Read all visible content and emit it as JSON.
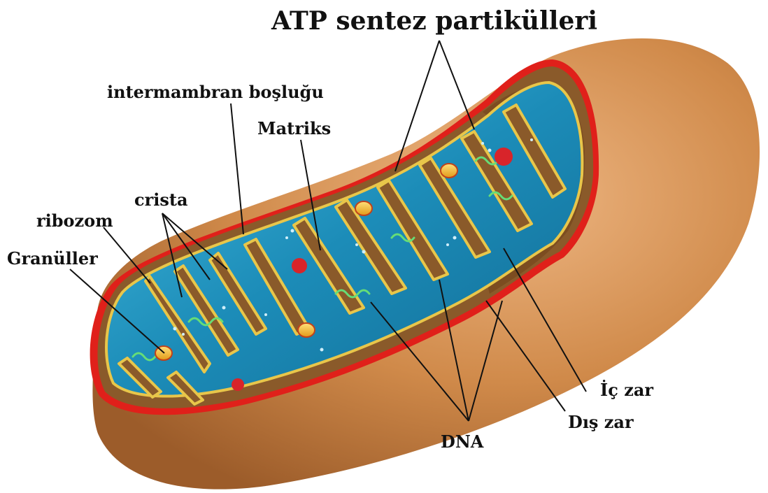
{
  "labels": {
    "atp": "ATP sentez partikülleri",
    "intermembrane": "intermambran boşluğu",
    "matrix": "Matriks",
    "crista": "crista",
    "ribosome": "ribozom",
    "granules": "Granüller",
    "inner_membrane": "İç zar",
    "outer_membrane": "Dış zar",
    "dna": "DNA"
  },
  "colors": {
    "outer_body": "#d08a4a",
    "outer_shadow": "#a86530",
    "outer_highlight": "#eab07a",
    "rim": "#e0201a",
    "intermembrane": "#8a5a2a",
    "matrix": "#1a86b0",
    "matrix_light": "#3ab2d6",
    "cristae_stroke": "#e8c64a",
    "granule": "#d8242a",
    "ribosome_yellow": "#f2c230",
    "dna": "#66dd77"
  }
}
